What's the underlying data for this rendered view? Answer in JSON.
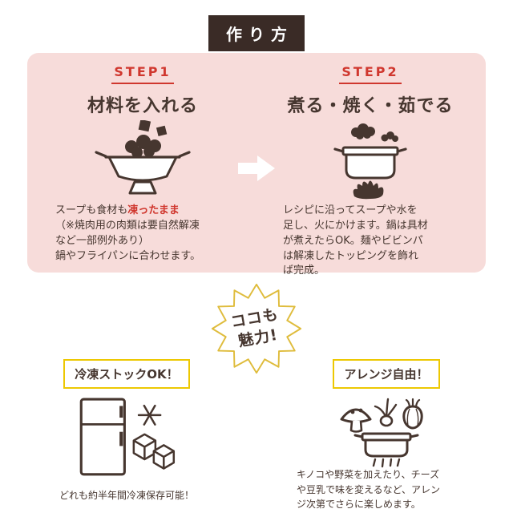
{
  "colors": {
    "accent_red": "#d0372e",
    "panel_pink": "#f7dcda",
    "dark_brown": "#46362f",
    "title_bg": "#3a2b26",
    "highlight_yellow": "#edc802"
  },
  "header": {
    "title": "作り方"
  },
  "panel": {
    "step1": {
      "label": "STEP1",
      "heading": "材料を入れる",
      "desc_pre": "スープも食材も",
      "desc_red": "凍ったまま",
      "desc_post": "\n（※焼肉用の肉類は要自然解凍\nなど一部例外あり）\n鍋やフライパンに合わせます。"
    },
    "step2": {
      "label": "STEP2",
      "heading": "煮る・焼く・茹でる",
      "desc": "レシピに沿ってスープや水を\n足し、火にかけます。鍋は具材\nが煮えたらOK。麺やビビンパ\nは解凍したトッピングを飾れ\nば完成。"
    }
  },
  "badge": {
    "line1": "ココも",
    "line2": "魅力!"
  },
  "features": {
    "frozen_stock": {
      "title": "冷凍ストックOK！",
      "caption": "どれも約半年間冷凍保存可能！"
    },
    "arrange": {
      "title": "アレンジ自由！",
      "caption": "キノコや野菜を加えたり、チーズ\nや豆乳で味を変えるなど、アレン\nジ次第でさらに楽しめます。"
    }
  },
  "icons": {
    "step1": "pan-with-frozen-ingredients-icon",
    "step2": "pot-on-fire-with-steam-icon",
    "between_steps": "right-arrow-icon",
    "badge": "starburst-badge",
    "frozen_stock": "fridge-snowflake-ice-cubes-icon",
    "arrange": "pot-with-vegetables-icon"
  }
}
